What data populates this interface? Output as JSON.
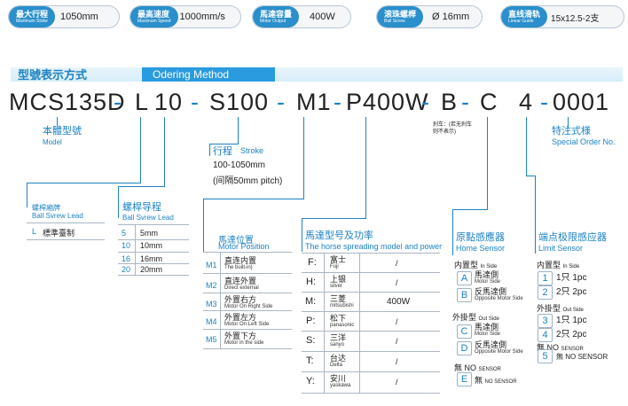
{
  "specs": [
    {
      "label": "最大行程",
      "sub": "Maximum Stoke",
      "value": "1050mm"
    },
    {
      "label": "最高速度",
      "sub": "Maximum Speed",
      "value": "1000mm/s"
    },
    {
      "label": "馬達容量",
      "sub": "Motor Output",
      "value": "400W"
    },
    {
      "label": "滚珠螺桿",
      "sub": "Ball Screw",
      "value": "Ø 16mm"
    },
    {
      "label": "直线滑轨",
      "sub": "Linear Guide",
      "value": "15x12.5-2支"
    }
  ],
  "header": {
    "title_cn": "型號表示方式",
    "title_en": "Odering Method"
  },
  "code": {
    "parts": [
      "MCS135D",
      "L",
      "10",
      "S100",
      "M1",
      "P400W",
      "B",
      "C",
      "4",
      "0001"
    ],
    "dash": "-"
  },
  "model": {
    "cn": "本體型號",
    "en": "Model"
  },
  "brake_note": "刹车：(若无刹车则不表示)",
  "special": {
    "cn": "特注式様",
    "en": "Special Order No."
  },
  "stroke": {
    "cn": "行程",
    "en": "Stroke",
    "value": "100-1050mm",
    "pitch": "(间隔50mm pitch)"
  },
  "ball_screw_lead": {
    "cn": "螺桿廂牌",
    "en": "Ball Svrew Lead",
    "item_key": "L",
    "item_val": "標準臺制"
  },
  "screw_lead": {
    "cn": "螺桿导程",
    "en": "Ball Svrew Lead",
    "items": [
      {
        "k": "5",
        "v": "5mm"
      },
      {
        "k": "10",
        "v": "10mm"
      },
      {
        "k": "16",
        "v": "16mm"
      },
      {
        "k": "20",
        "v": "20mm"
      }
    ]
  },
  "motor_position": {
    "cn": "馬達位置",
    "en": "Motor Position",
    "items": [
      {
        "k": "M1",
        "cn": "直连内置",
        "en": "The built-in)"
      },
      {
        "k": "M2",
        "cn": "直连外置",
        "en": "Direct external"
      },
      {
        "k": "M3",
        "cn": "外置右方",
        "en": "Motor On Right Side"
      },
      {
        "k": "M4",
        "cn": "外置左方",
        "en": "Motor On Left Side"
      },
      {
        "k": "M5",
        "cn": "外置下方",
        "en": "Motor in the side"
      }
    ]
  },
  "motor_model": {
    "cn": "馬達型号及功率",
    "en": "The horse spreading model and power",
    "items": [
      {
        "k": "F:",
        "cn": "富士",
        "en": "Fuji",
        "v": "/"
      },
      {
        "k": "H:",
        "cn": "上银",
        "en": "silver",
        "v": "/"
      },
      {
        "k": "M:",
        "cn": "三菱",
        "en": "mitsubishi",
        "v": "400W"
      },
      {
        "k": "P:",
        "cn": "松下",
        "en": "panasonic",
        "v": "/"
      },
      {
        "k": "S:",
        "cn": "三洋",
        "en": "sanyo",
        "v": "/"
      },
      {
        "k": "T:",
        "cn": "台达",
        "en": "Delta",
        "v": "/"
      },
      {
        "k": "Y:",
        "cn": "安川",
        "en": "yaskawa",
        "v": "/"
      }
    ]
  },
  "home_sensor": {
    "cn": "原點感應器",
    "en": "Home Sensor",
    "inner": {
      "cn": "内置型",
      "en": "In Side"
    },
    "outer": {
      "cn": "外掛型",
      "en": "Out Side"
    },
    "no": {
      "cn": "無 NO",
      "en": "SENSOR"
    },
    "items": [
      {
        "k": "A",
        "cn": "馬達側",
        "en": "Motor Side"
      },
      {
        "k": "B",
        "cn": "反馬達側",
        "en": "Opposite Motor Side"
      },
      {
        "k": "C",
        "cn": "馬達側",
        "en": "Motor Side"
      },
      {
        "k": "D",
        "cn": "反馬達側",
        "en": "Opposite Motor Side"
      },
      {
        "k": "E",
        "cn": "無",
        "en": "NO SENSOR"
      }
    ]
  },
  "limit_sensor": {
    "cn": "端点极限感应器",
    "en": "Limit Sensor",
    "inner": {
      "cn": "内置型",
      "en": "In Side"
    },
    "outer": {
      "cn": "外掛型",
      "en": "Out Side"
    },
    "no": {
      "cn": "無 NO",
      "en": "SENSOR"
    },
    "items": [
      {
        "k": "1",
        "v": "1只 1pc"
      },
      {
        "k": "2",
        "v": "2只 2pc"
      },
      {
        "k": "3",
        "v": "1只 1pc"
      },
      {
        "k": "4",
        "v": "2只 2pc"
      },
      {
        "k": "5",
        "v": "無 NO SENSOR"
      }
    ]
  },
  "colors": {
    "accent": "#1d82c5",
    "badge": "#2a8fcb"
  }
}
